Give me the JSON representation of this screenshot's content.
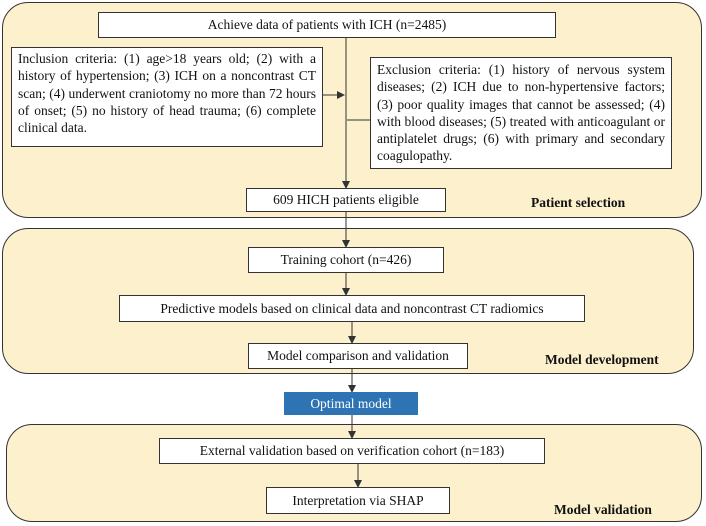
{
  "diagram": {
    "top_box": "Achieve data of patients with ICH (n=2485)",
    "inclusion_criteria": "Inclusion criteria: (1) age>18 years old; (2) with a history of hypertension; (3) ICH on a noncontrast CT scan; (4) underwent craniotomy no more than 72 hours of onset; (5) no history of head trauma; (6) complete clinical data.",
    "exclusion_criteria": "Exclusion criteria: (1) history of nervous system diseases; (2) ICH due to non-hypertensive factors; (3) poor quality images that cannot be assessed; (4) with blood diseases; (5) treated with anticoagulant or antiplatelet drugs; (6) with primary and secondary coagulopathy.",
    "eligible_box": "609 HICH patients eligible",
    "training_box": "Training cohort (n=426)",
    "models_box": "Predictive models based on clinical data and noncontrast CT radiomics",
    "comparison_box": "Model comparison and validation",
    "optimal_box": "Optimal model",
    "external_box": "External validation based on verification cohort (n=183)",
    "interpretation_box": "Interpretation via SHAP",
    "section_labels": {
      "patient_selection": "Patient selection",
      "model_development": "Model development",
      "model_validation": "Model validation"
    }
  },
  "colors": {
    "panel_fill": "#fdf0cd",
    "highlight_fill": "#2e74b5",
    "line": "#333333"
  }
}
